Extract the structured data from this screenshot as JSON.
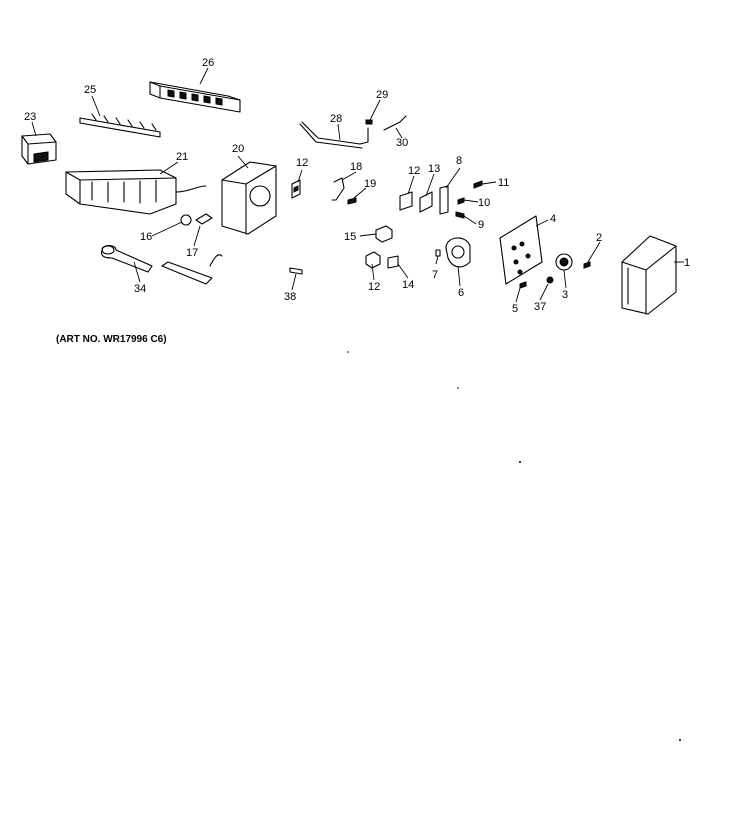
{
  "diagram": {
    "art_number": "(ART NO. WR17996 C6)",
    "callouts": {
      "c1": "1",
      "c2": "2",
      "c3": "3",
      "c4": "4",
      "c5": "5",
      "c6": "6",
      "c7": "7",
      "c8": "8",
      "c9": "9",
      "c10": "10",
      "c11": "11",
      "c12a": "12",
      "c12b": "12",
      "c12c": "12",
      "c13": "13",
      "c14": "14",
      "c15": "15",
      "c16": "16",
      "c17": "17",
      "c18": "18",
      "c19": "19",
      "c20": "20",
      "c21": "21",
      "c23": "23",
      "c25": "25",
      "c26": "26",
      "c28": "28",
      "c29": "29",
      "c30": "30",
      "c34": "34",
      "c37": "37",
      "c38": "38"
    }
  }
}
